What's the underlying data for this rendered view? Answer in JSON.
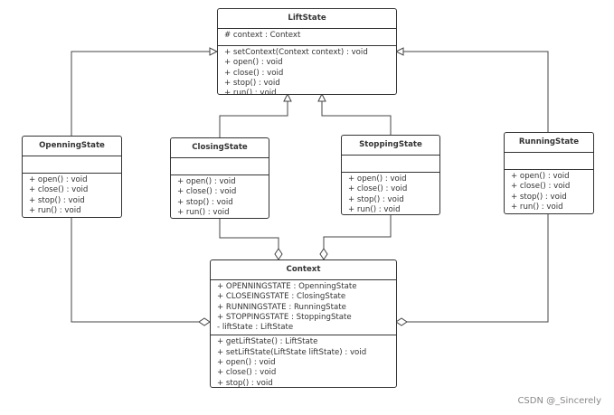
{
  "classes": {
    "liftstate": {
      "name": "LiftState",
      "attributes": [
        "# context : Context"
      ],
      "methods": [
        "+ setContext(Context context) : void",
        "+ open() : void",
        "+ close() : void",
        "+ stop() : void",
        "+ run() : void"
      ]
    },
    "openningstate": {
      "name": "OpenningState",
      "attributes": [],
      "methods": [
        "+ open() : void",
        "+ close() : void",
        "+ stop() : void",
        "+ run() : void"
      ]
    },
    "closingstate": {
      "name": "ClosingState",
      "attributes": [],
      "methods": [
        "+ open() : void",
        "+ close() : void",
        "+ stop() : void",
        "+ run() : void"
      ]
    },
    "stoppingstate": {
      "name": "StoppingState",
      "attributes": [],
      "methods": [
        "+ open() : void",
        "+ close() : void",
        "+ stop() : void",
        "+ run() : void"
      ]
    },
    "runningstate": {
      "name": "RunningState",
      "attributes": [],
      "methods": [
        "+ open() : void",
        "+ close() : void",
        "+ stop() : void",
        "+ run() : void"
      ]
    },
    "context": {
      "name": "Context",
      "attributes": [
        "+ OPENNINGSTATE : OpenningState",
        "+ CLOSEINGSTATE : ClosingState",
        "+ RUNNINGSTATE : RunningState",
        "+ STOPPINGSTATE : StoppingState",
        "- liftState : LiftState"
      ],
      "methods": [
        "+ getLiftState() : LiftState",
        "+ setLiftState(LiftState liftState) : void",
        "+ open() : void",
        "+ close() : void",
        "+ stop() : void",
        "+ run() : void"
      ]
    }
  },
  "relations": [
    {
      "type": "generalization",
      "from": "OpenningState",
      "to": "LiftState"
    },
    {
      "type": "generalization",
      "from": "ClosingState",
      "to": "LiftState"
    },
    {
      "type": "generalization",
      "from": "StoppingState",
      "to": "LiftState"
    },
    {
      "type": "generalization",
      "from": "RunningState",
      "to": "LiftState"
    },
    {
      "type": "aggregation",
      "from": "OpenningState",
      "to": "Context"
    },
    {
      "type": "aggregation",
      "from": "ClosingState",
      "to": "Context"
    },
    {
      "type": "aggregation",
      "from": "StoppingState",
      "to": "Context"
    },
    {
      "type": "aggregation",
      "from": "RunningState",
      "to": "Context"
    }
  ],
  "watermark": "CSDN @_Sincerely"
}
